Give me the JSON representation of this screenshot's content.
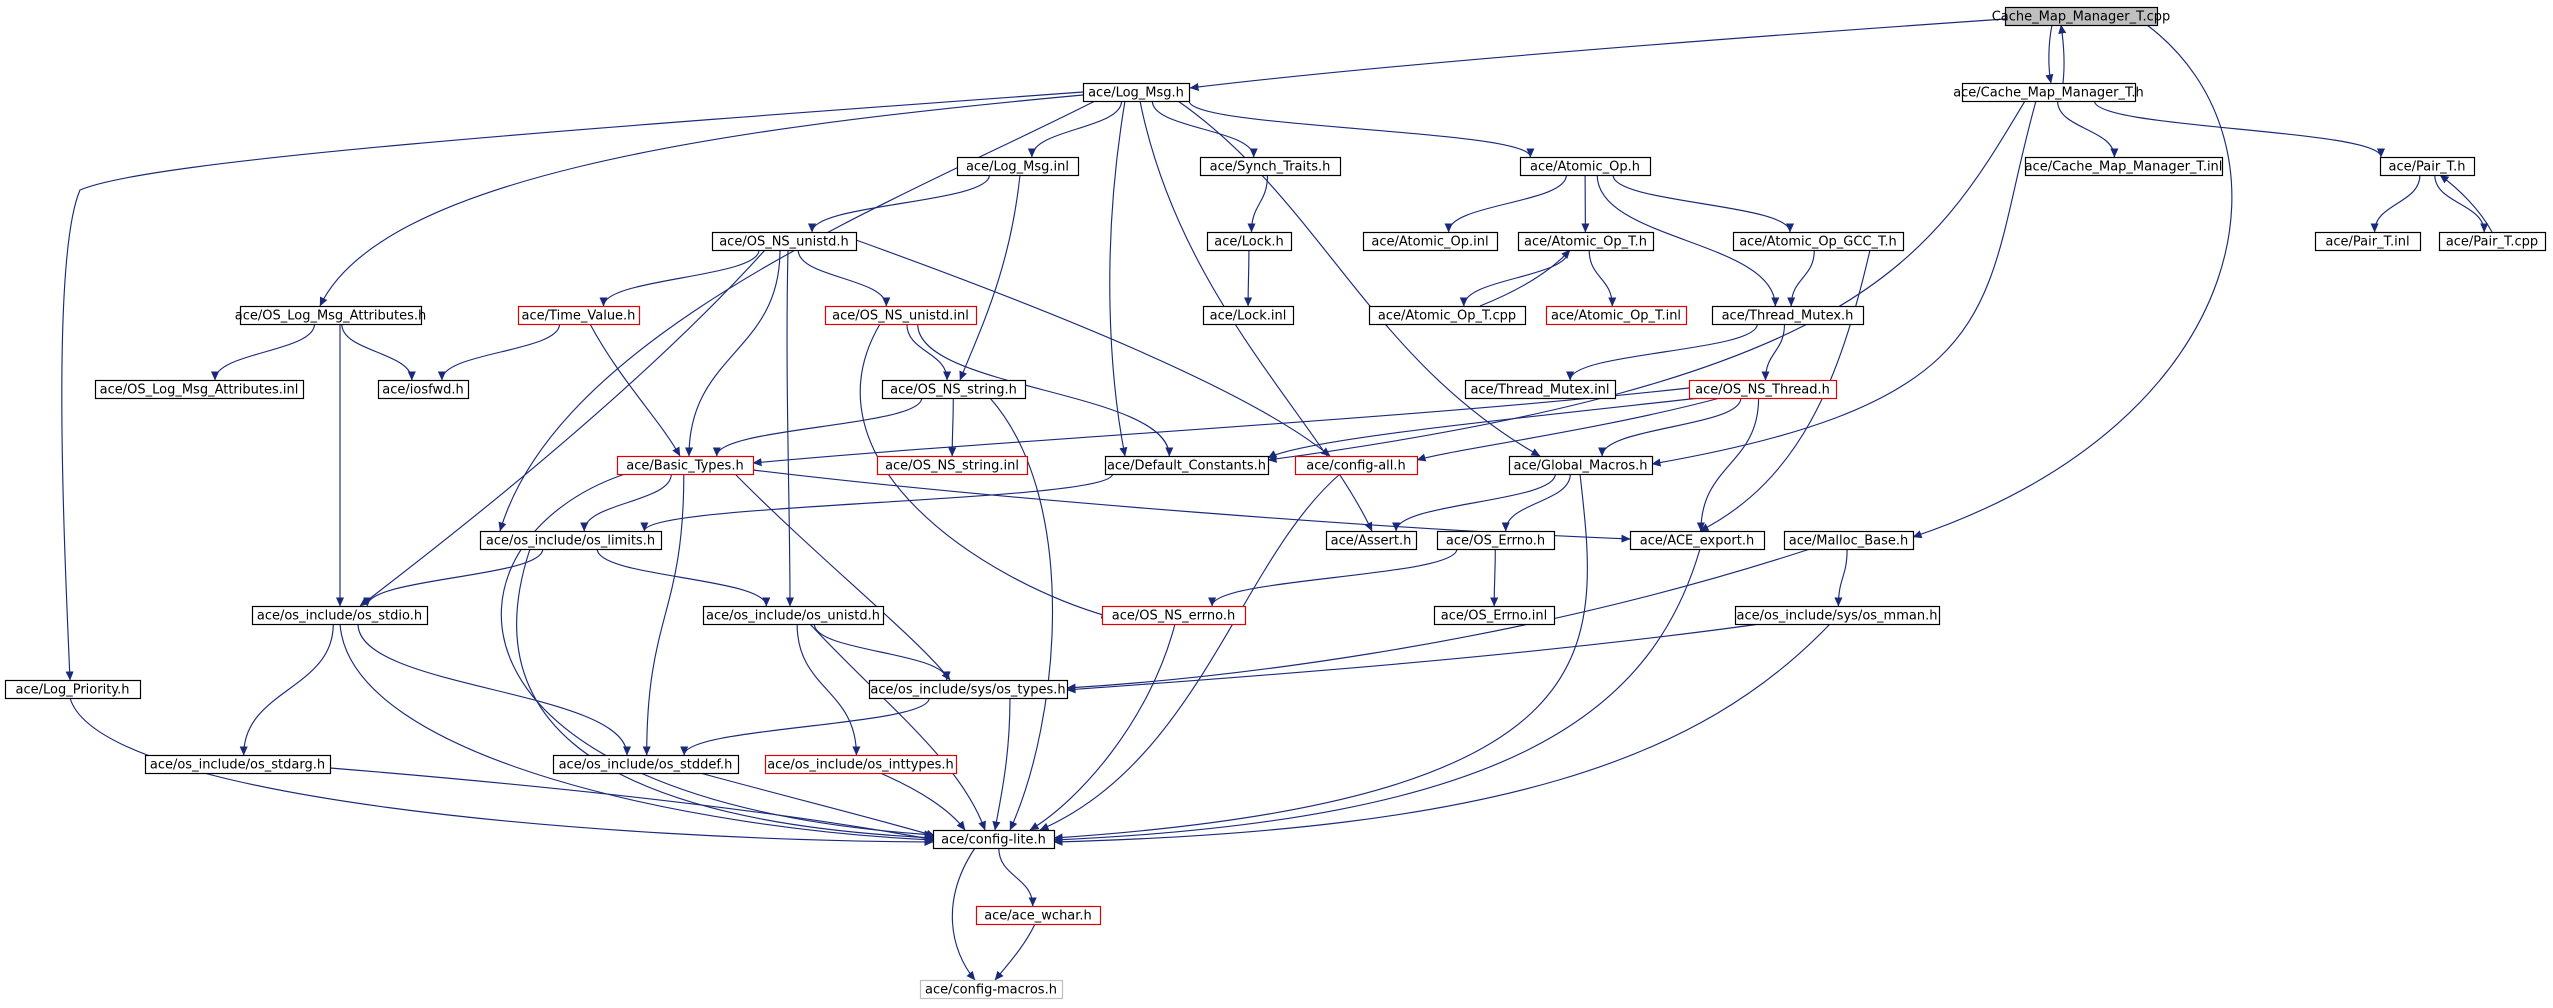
{
  "colors": {
    "edge": "#1a2a7a",
    "normal_border": "#000000",
    "incomplete_border": "#e00000",
    "macro_border": "#bfbfbf",
    "root_fill": "#bfbfbf"
  },
  "nodes": [
    {
      "id": "root",
      "label": "Cache_Map_Manager_T.cpp",
      "style": "root"
    },
    {
      "id": "log_msg_h",
      "label": "ace/Log_Msg.h",
      "style": "normal"
    },
    {
      "id": "cmm_t_h",
      "label": "ace/Cache_Map_Manager_T.h",
      "style": "normal"
    },
    {
      "id": "log_msg_inl",
      "label": "ace/Log_Msg.inl",
      "style": "normal"
    },
    {
      "id": "synch_traits",
      "label": "ace/Synch_Traits.h",
      "style": "normal"
    },
    {
      "id": "atomic_op_h",
      "label": "ace/Atomic_Op.h",
      "style": "normal"
    },
    {
      "id": "cmm_t_inl",
      "label": "ace/Cache_Map_Manager_T.inl",
      "style": "normal"
    },
    {
      "id": "pair_t_h",
      "label": "ace/Pair_T.h",
      "style": "normal"
    },
    {
      "id": "os_ns_unistd_h",
      "label": "ace/OS_NS_unistd.h",
      "style": "normal"
    },
    {
      "id": "lock_h",
      "label": "ace/Lock.h",
      "style": "normal"
    },
    {
      "id": "atomic_op_inl",
      "label": "ace/Atomic_Op.inl",
      "style": "normal"
    },
    {
      "id": "atomic_op_t_h",
      "label": "ace/Atomic_Op_T.h",
      "style": "normal"
    },
    {
      "id": "atomic_op_gcc",
      "label": "ace/Atomic_Op_GCC_T.h",
      "style": "normal"
    },
    {
      "id": "pair_t_inl",
      "label": "ace/Pair_T.inl",
      "style": "normal"
    },
    {
      "id": "pair_t_cpp",
      "label": "ace/Pair_T.cpp",
      "style": "normal"
    },
    {
      "id": "os_log_attr_h",
      "label": "ace/OS_Log_Msg_Attributes.h",
      "style": "normal"
    },
    {
      "id": "time_value_h",
      "label": "ace/Time_Value.h",
      "style": "red"
    },
    {
      "id": "os_ns_unistd_inl",
      "label": "ace/OS_NS_unistd.inl",
      "style": "red"
    },
    {
      "id": "lock_inl",
      "label": "ace/Lock.inl",
      "style": "normal"
    },
    {
      "id": "atomic_op_t_cpp",
      "label": "ace/Atomic_Op_T.cpp",
      "style": "normal"
    },
    {
      "id": "atomic_op_t_inl",
      "label": "ace/Atomic_Op_T.inl",
      "style": "red"
    },
    {
      "id": "thread_mutex_h",
      "label": "ace/Thread_Mutex.h",
      "style": "normal"
    },
    {
      "id": "os_log_attr_inl",
      "label": "ace/OS_Log_Msg_Attributes.inl",
      "style": "normal"
    },
    {
      "id": "iosfwd_h",
      "label": "ace/iosfwd.h",
      "style": "normal"
    },
    {
      "id": "os_ns_string_h",
      "label": "ace/OS_NS_string.h",
      "style": "normal"
    },
    {
      "id": "thread_mutex_inl",
      "label": "ace/Thread_Mutex.inl",
      "style": "normal"
    },
    {
      "id": "os_ns_thread_h",
      "label": "ace/OS_NS_Thread.h",
      "style": "red"
    },
    {
      "id": "basic_types_h",
      "label": "ace/Basic_Types.h",
      "style": "red"
    },
    {
      "id": "os_ns_string_inl",
      "label": "ace/OS_NS_string.inl",
      "style": "red"
    },
    {
      "id": "default_const_h",
      "label": "ace/Default_Constants.h",
      "style": "normal"
    },
    {
      "id": "config_all_h",
      "label": "ace/config-all.h",
      "style": "red"
    },
    {
      "id": "global_macros_h",
      "label": "ace/Global_Macros.h",
      "style": "normal"
    },
    {
      "id": "os_limits_h",
      "label": "ace/os_include/os_limits.h",
      "style": "normal"
    },
    {
      "id": "assert_h",
      "label": "ace/Assert.h",
      "style": "normal"
    },
    {
      "id": "os_errno_h",
      "label": "ace/OS_Errno.h",
      "style": "normal"
    },
    {
      "id": "ace_export_h",
      "label": "ace/ACE_export.h",
      "style": "normal"
    },
    {
      "id": "malloc_base_h",
      "label": "ace/Malloc_Base.h",
      "style": "normal"
    },
    {
      "id": "os_stdio_h",
      "label": "ace/os_include/os_stdio.h",
      "style": "normal"
    },
    {
      "id": "os_unistd_h",
      "label": "ace/os_include/os_unistd.h",
      "style": "normal"
    },
    {
      "id": "os_ns_errno_h",
      "label": "ace/OS_NS_errno.h",
      "style": "red"
    },
    {
      "id": "os_errno_inl",
      "label": "ace/OS_Errno.inl",
      "style": "normal"
    },
    {
      "id": "os_mman_h",
      "label": "ace/os_include/sys/os_mman.h",
      "style": "normal"
    },
    {
      "id": "log_priority_h",
      "label": "ace/Log_Priority.h",
      "style": "normal"
    },
    {
      "id": "os_types_h",
      "label": "ace/os_include/sys/os_types.h",
      "style": "normal"
    },
    {
      "id": "os_stdarg_h",
      "label": "ace/os_include/os_stdarg.h",
      "style": "normal"
    },
    {
      "id": "os_stddef_h",
      "label": "ace/os_include/os_stddef.h",
      "style": "normal"
    },
    {
      "id": "os_inttypes_h",
      "label": "ace/os_include/os_inttypes.h",
      "style": "red"
    },
    {
      "id": "config_lite_h",
      "label": "ace/config-lite.h",
      "style": "normal"
    },
    {
      "id": "ace_wchar_h",
      "label": "ace/ace_wchar.h",
      "style": "red"
    },
    {
      "id": "config_macros_h",
      "label": "ace/config-macros.h",
      "style": "macro"
    }
  ],
  "edges": [
    [
      "root",
      "log_msg_h"
    ],
    [
      "root",
      "cmm_t_h"
    ],
    [
      "cmm_t_h",
      "root"
    ],
    [
      "root",
      "malloc_base_h"
    ],
    [
      "log_msg_h",
      "log_msg_inl"
    ],
    [
      "log_msg_h",
      "synch_traits"
    ],
    [
      "log_msg_h",
      "atomic_op_h"
    ],
    [
      "log_msg_h",
      "os_log_attr_h"
    ],
    [
      "log_msg_h",
      "log_priority_h"
    ],
    [
      "log_msg_h",
      "os_limits_h"
    ],
    [
      "log_msg_h",
      "default_const_h"
    ],
    [
      "log_msg_h",
      "global_macros_h"
    ],
    [
      "log_msg_h",
      "assert_h"
    ],
    [
      "cmm_t_h",
      "cmm_t_inl"
    ],
    [
      "cmm_t_h",
      "pair_t_h"
    ],
    [
      "cmm_t_h",
      "global_macros_h"
    ],
    [
      "cmm_t_h",
      "default_const_h"
    ],
    [
      "pair_t_h",
      "pair_t_inl"
    ],
    [
      "pair_t_h",
      "pair_t_cpp"
    ],
    [
      "pair_t_cpp",
      "pair_t_h"
    ],
    [
      "log_msg_inl",
      "os_ns_unistd_h"
    ],
    [
      "log_msg_inl",
      "os_ns_string_h"
    ],
    [
      "synch_traits",
      "lock_h"
    ],
    [
      "lock_h",
      "lock_inl"
    ],
    [
      "atomic_op_h",
      "atomic_op_inl"
    ],
    [
      "atomic_op_h",
      "atomic_op_t_h"
    ],
    [
      "atomic_op_h",
      "atomic_op_gcc"
    ],
    [
      "atomic_op_h",
      "thread_mutex_h"
    ],
    [
      "atomic_op_t_h",
      "atomic_op_t_cpp"
    ],
    [
      "atomic_op_t_cpp",
      "atomic_op_t_h"
    ],
    [
      "atomic_op_t_h",
      "atomic_op_t_inl"
    ],
    [
      "atomic_op_gcc",
      "thread_mutex_h"
    ],
    [
      "atomic_op_gcc",
      "ace_export_h"
    ],
    [
      "thread_mutex_h",
      "thread_mutex_inl"
    ],
    [
      "thread_mutex_h",
      "os_ns_thread_h"
    ],
    [
      "os_ns_thread_h",
      "basic_types_h"
    ],
    [
      "os_ns_thread_h",
      "default_const_h"
    ],
    [
      "os_ns_thread_h",
      "config_all_h"
    ],
    [
      "os_ns_thread_h",
      "global_macros_h"
    ],
    [
      "os_ns_thread_h",
      "ace_export_h"
    ],
    [
      "os_ns_unistd_h",
      "time_value_h"
    ],
    [
      "os_ns_unistd_h",
      "os_ns_unistd_inl"
    ],
    [
      "os_ns_unistd_h",
      "basic_types_h"
    ],
    [
      "os_ns_unistd_h",
      "os_stdio_h"
    ],
    [
      "os_ns_unistd_h",
      "os_unistd_h"
    ],
    [
      "os_ns_unistd_h",
      "config_all_h"
    ],
    [
      "os_ns_unistd_inl",
      "os_ns_string_h"
    ],
    [
      "os_ns_unistd_inl",
      "default_const_h"
    ],
    [
      "os_ns_unistd_inl",
      "os_ns_errno_h"
    ],
    [
      "os_log_attr_h",
      "os_log_attr_inl"
    ],
    [
      "os_log_attr_h",
      "iosfwd_h"
    ],
    [
      "os_log_attr_h",
      "os_stdio_h"
    ],
    [
      "time_value_h",
      "iosfwd_h"
    ],
    [
      "time_value_h",
      "basic_types_h"
    ],
    [
      "os_ns_string_h",
      "basic_types_h"
    ],
    [
      "os_ns_string_h",
      "os_ns_string_inl"
    ],
    [
      "os_ns_string_h",
      "config_lite_h"
    ],
    [
      "basic_types_h",
      "os_limits_h"
    ],
    [
      "basic_types_h",
      "os_stddef_h"
    ],
    [
      "basic_types_h",
      "os_types_h"
    ],
    [
      "basic_types_h",
      "config_lite_h"
    ],
    [
      "basic_types_h",
      "ace_export_h"
    ],
    [
      "default_const_h",
      "os_limits_h"
    ],
    [
      "config_all_h",
      "config_lite_h"
    ],
    [
      "global_macros_h",
      "assert_h"
    ],
    [
      "global_macros_h",
      "os_errno_h"
    ],
    [
      "global_macros_h",
      "config_lite_h"
    ],
    [
      "os_errno_h",
      "os_errno_inl"
    ],
    [
      "os_errno_h",
      "os_ns_errno_h"
    ],
    [
      "ace_export_h",
      "config_lite_h"
    ],
    [
      "malloc_base_h",
      "os_mman_h"
    ],
    [
      "malloc_base_h",
      "os_types_h"
    ],
    [
      "os_mman_h",
      "os_types_h"
    ],
    [
      "os_mman_h",
      "config_lite_h"
    ],
    [
      "os_limits_h",
      "os_stdio_h"
    ],
    [
      "os_limits_h",
      "os_unistd_h"
    ],
    [
      "os_limits_h",
      "config_lite_h"
    ],
    [
      "os_stdio_h",
      "os_stdarg_h"
    ],
    [
      "os_stdio_h",
      "os_stddef_h"
    ],
    [
      "os_stdio_h",
      "config_lite_h"
    ],
    [
      "os_unistd_h",
      "os_types_h"
    ],
    [
      "os_unistd_h",
      "os_inttypes_h"
    ],
    [
      "os_unistd_h",
      "config_lite_h"
    ],
    [
      "os_ns_errno_h",
      "config_lite_h"
    ],
    [
      "os_types_h",
      "os_stddef_h"
    ],
    [
      "os_types_h",
      "config_lite_h"
    ],
    [
      "os_stdarg_h",
      "config_lite_h"
    ],
    [
      "os_stddef_h",
      "config_lite_h"
    ],
    [
      "os_inttypes_h",
      "config_lite_h"
    ],
    [
      "log_priority_h",
      "config_lite_h"
    ],
    [
      "config_lite_h",
      "ace_wchar_h"
    ],
    [
      "config_lite_h",
      "config_macros_h"
    ],
    [
      "ace_wchar_h",
      "config_macros_h"
    ]
  ]
}
